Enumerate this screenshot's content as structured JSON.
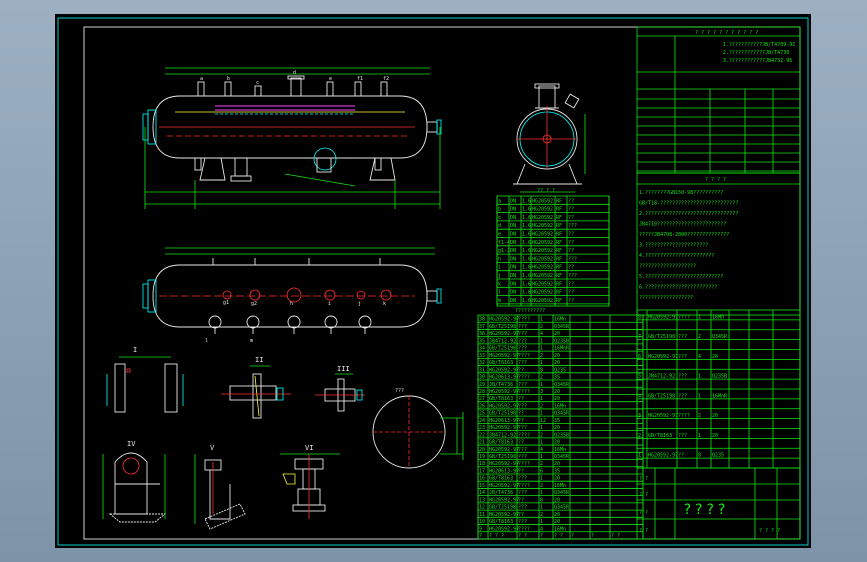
{
  "header": {
    "title": "? ? ? ? ? ? ? ? ? ? ?",
    "spec_lines": [
      "1.???????????JB/T4709-92",
      "2.????????????JB/T4730",
      "3.????????????JB4732-95"
    ]
  },
  "notes": {
    "heading": "? ? ? ?",
    "lines": [
      "1.????????GB150-98??????????",
      "  GB/T18-??????????????????????????",
      "2.???????????????????????????????",
      "  JB4710???????????????????????",
      "  ?????JB4708-2000??????????????",
      "3.?????????????????????",
      "4.???????????????????????",
      "  ???????????????????",
      "5.??????????????????????????",
      "6.????????????????????????",
      "  ??????????????????"
    ]
  },
  "nozzle_table": {
    "title": "?? ? ?",
    "rows": [
      [
        "a",
        "DN",
        "1.6",
        "HG20592",
        "RF",
        "??"
      ],
      [
        "b",
        "DN",
        "1.6",
        "HG20592",
        "RF",
        "??"
      ],
      [
        "c",
        "DN",
        "1.6",
        "HG20592",
        "RF",
        "??"
      ],
      [
        "d",
        "DN",
        "1.6",
        "HG20592",
        "RF",
        "???"
      ],
      [
        "e",
        "DN",
        "1.6",
        "HG20592",
        "RF",
        "??"
      ],
      [
        "f1-4",
        "DN",
        "1.6",
        "HG20592",
        "RF",
        "??"
      ],
      [
        "g1-2",
        "DN",
        "1.6",
        "HG20592",
        "RF",
        "??"
      ],
      [
        "h",
        "DN",
        "1.6",
        "HG20592",
        "RF",
        "???"
      ],
      [
        "i",
        "DN",
        "1.6",
        "HG20592",
        "RF",
        "??"
      ],
      [
        "j",
        "DN",
        "1.6",
        "HG20592",
        "RF",
        "???"
      ],
      [
        "k",
        "DN",
        "1.6",
        "HG20592",
        "RF",
        "??"
      ],
      [
        "l",
        "DN",
        "1.6",
        "HG20592",
        "RF",
        "??"
      ],
      [
        "m",
        "DN",
        "1.6",
        "HG20592",
        "RF",
        "??"
      ]
    ]
  },
  "parts_list": {
    "title": "??????????",
    "rows": [
      [
        "38",
        "HG20592-97",
        "????",
        "1",
        "16Mn",
        "",
        "",
        ""
      ],
      [
        "37",
        "GB/T25198",
        "???",
        "2",
        "Q345R",
        "",
        "",
        ""
      ],
      [
        "36",
        "HG20592-97",
        "???",
        "4",
        "20",
        "",
        "",
        ""
      ],
      [
        "35",
        "JB4712-92",
        "???",
        "1",
        "Q235B",
        "",
        "",
        ""
      ],
      [
        "34",
        "GB/T25198",
        "???",
        "1",
        "16MnR",
        "",
        "",
        ""
      ],
      [
        "33",
        "HG20592-97",
        "????",
        "2",
        "20",
        "",
        "",
        ""
      ],
      [
        "32",
        "GB/T8163",
        "???",
        "1",
        "20",
        "",
        "",
        ""
      ],
      [
        "31",
        "HG20592-97",
        "??",
        "8",
        "Q235",
        "",
        "",
        ""
      ],
      [
        "30",
        "HG20613-97",
        "????",
        "2",
        "35",
        "",
        "",
        ""
      ],
      [
        "29",
        "JB/T4736",
        "???",
        "1",
        "Q345R",
        "",
        "",
        ""
      ],
      [
        "28",
        "HG20592-97",
        "????",
        "3",
        "20",
        "",
        "",
        ""
      ],
      [
        "27",
        "GB/T8163",
        "??",
        "1",
        "20",
        "",
        "",
        ""
      ],
      [
        "26",
        "HG20592-97",
        "???",
        "2",
        "16Mn",
        "",
        "",
        ""
      ],
      [
        "25",
        "GB/T25198",
        "??",
        "1",
        "Q345R",
        "",
        "",
        ""
      ],
      [
        "24",
        "HG20613-97",
        "??",
        "12",
        "35",
        "",
        "",
        ""
      ],
      [
        "23",
        "HG20592-97",
        "???",
        "1",
        "20",
        "",
        "",
        ""
      ],
      [
        "22",
        "JB4712-92",
        "????",
        "2",
        "Q235B",
        "",
        "",
        ""
      ],
      [
        "21",
        "GB/T8163",
        "??",
        "1",
        "20",
        "",
        "",
        ""
      ],
      [
        "20",
        "HG20592-97",
        "???",
        "4",
        "16Mn",
        "",
        "",
        ""
      ],
      [
        "19",
        "GB/T25198",
        "???",
        "1",
        "Q345R",
        "",
        "",
        ""
      ],
      [
        "18",
        "HG20592-97",
        "????",
        "2",
        "20",
        "",
        "",
        ""
      ],
      [
        "17",
        "HG20613-97",
        "??",
        "6",
        "35",
        "",
        "",
        ""
      ],
      [
        "16",
        "GB/T8163",
        "???",
        "1",
        "20",
        "",
        "",
        ""
      ],
      [
        "15",
        "HG20592-97",
        "????",
        "2",
        "16Mn",
        "",
        "",
        ""
      ],
      [
        "14",
        "JB/T4736",
        "???",
        "1",
        "Q345R",
        "",
        "",
        ""
      ],
      [
        "13",
        "HG20592-97",
        "??",
        "8",
        "20",
        "",
        "",
        ""
      ],
      [
        "12",
        "GB/T25198",
        "???",
        "1",
        "Q345R",
        "",
        "",
        ""
      ],
      [
        "11",
        "HG20592-97",
        "??",
        "2",
        "20",
        "",
        "",
        ""
      ],
      [
        "10",
        "GB/T8163",
        "???",
        "1",
        "20",
        "",
        "",
        ""
      ],
      [
        "9",
        "HG20592-97",
        "????",
        "4",
        "16Mn",
        "",
        "",
        ""
      ]
    ],
    "rows2": [
      [
        "8",
        "HG20592-97",
        "????",
        "1",
        "16Mn",
        "",
        "",
        ""
      ],
      [
        "7",
        "GB/T25198",
        "???",
        "2",
        "Q345R",
        "",
        "",
        ""
      ],
      [
        "6",
        "HG20592-97",
        "???",
        "4",
        "20",
        "",
        "",
        ""
      ],
      [
        "5",
        "JB4712-92",
        "???",
        "1",
        "Q235B",
        "",
        "",
        ""
      ],
      [
        "4",
        "GB/T25198",
        "???",
        "1",
        "16MnR",
        "",
        "",
        ""
      ],
      [
        "3",
        "HG20592-97",
        "????",
        "2",
        "20",
        "",
        "",
        ""
      ],
      [
        "2",
        "GB/T8163",
        "???",
        "1",
        "20",
        "",
        "",
        ""
      ],
      [
        "1",
        "HG20592-97",
        "??",
        "8",
        "Q235",
        "",
        "",
        ""
      ]
    ],
    "header_row": [
      "?",
      "? ? ?",
      "? ?",
      "?",
      "? ?",
      "?",
      "?",
      "? ?"
    ]
  },
  "title_block": {
    "drawing_name": "????",
    "labels": [
      "? ?",
      "? ?",
      "? ?",
      "? ?"
    ],
    "sheet": "? ? ? ?"
  },
  "detail_views": {
    "labels": [
      "I",
      "II",
      "III",
      "IV",
      "V",
      "VI",
      "???"
    ],
    "section_title": "???????"
  },
  "view_annotations": [
    "a",
    "b",
    "c",
    "d",
    "e",
    "f1",
    "f2",
    "g1",
    "g2",
    "h",
    "i",
    "j",
    "k",
    "l",
    "m"
  ]
}
